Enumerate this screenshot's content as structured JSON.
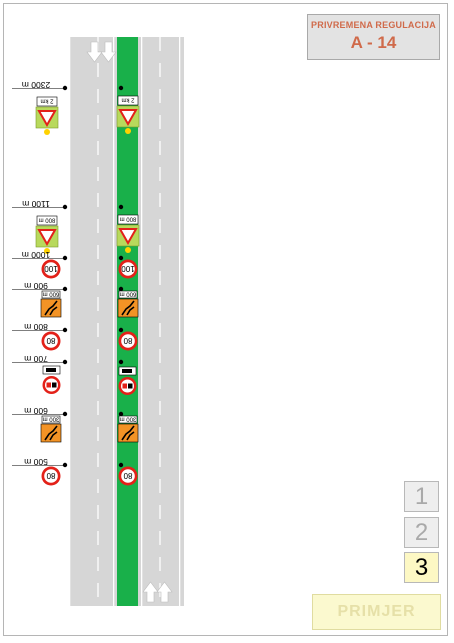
{
  "header": {
    "subtitle": "PRIVREMENA REGULACIJA",
    "code": "A - 14"
  },
  "left_signs": [
    {
      "distance": "2300 m",
      "type": "yield",
      "plate": "2 km"
    },
    {
      "distance": "1100 m",
      "type": "yield",
      "plate": "800 m"
    },
    {
      "distance": "1000 m",
      "type": "speed",
      "value": "100"
    },
    {
      "distance": "900 m",
      "type": "merge",
      "plate": "600 m"
    },
    {
      "distance": "800 m",
      "type": "speed",
      "value": "80"
    },
    {
      "distance": "700 m",
      "type": "nopass",
      "plate": ""
    },
    {
      "distance": "600 m",
      "type": "merge",
      "plate": "300 m"
    },
    {
      "distance": "500 m",
      "type": "speed",
      "value": "80"
    }
  ],
  "median_signs": [
    {
      "type": "yield",
      "plate": "2 km"
    },
    {
      "type": "yield",
      "plate": "800 m"
    },
    {
      "type": "speed",
      "value": "100"
    },
    {
      "type": "merge",
      "plate": "600 m"
    },
    {
      "type": "speed",
      "value": "80"
    },
    {
      "type": "nopass",
      "plate": ""
    },
    {
      "type": "merge",
      "plate": "300 m"
    },
    {
      "type": "speed",
      "value": "80"
    }
  ],
  "pages": [
    "1",
    "2",
    "3"
  ],
  "active_page": "3",
  "watermark": "PRIMJER",
  "colors": {
    "median": "#19b04a",
    "road": "#d6d6d6",
    "speed_ring": "#e32119",
    "merge_sign": "#f39325",
    "yield_panel": "#b8d95c"
  }
}
